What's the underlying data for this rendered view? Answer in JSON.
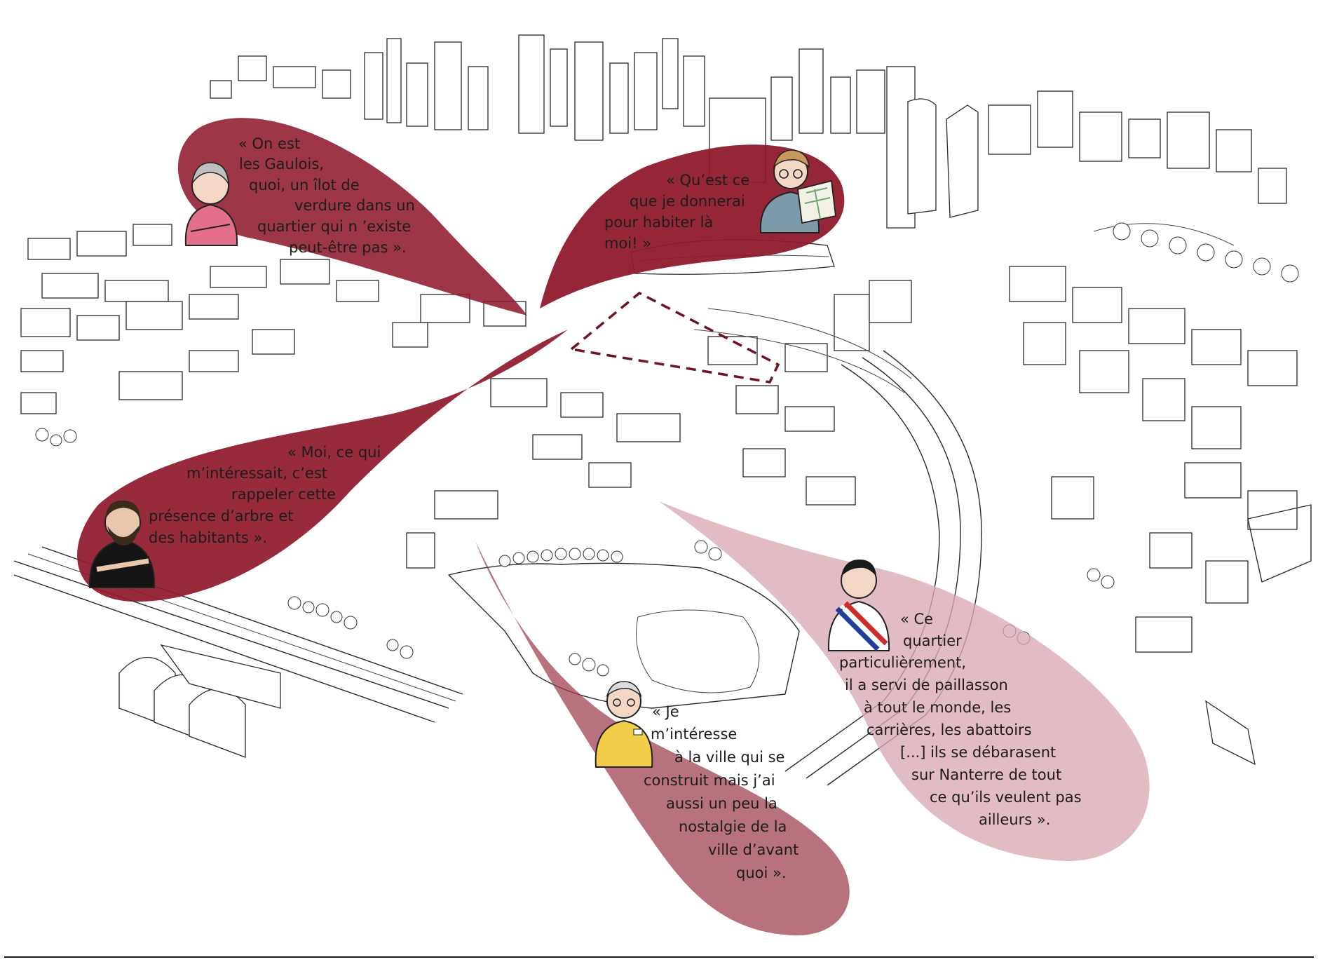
{
  "colors": {
    "bubble_dark": "#8f1a2c",
    "bubble_mid": "#9d3b4c",
    "bubble_light": "#d9a9b1",
    "perimeter_line": "#6e1420",
    "line_art": "#2a2a2a"
  },
  "quotes": {
    "gaulois": {
      "speaker_icon": "elderly-woman-pink-sweater-icon",
      "lines": [
        "« On est",
        "les Gaulois,",
        "quoi, un îlot de",
        "verdure dans un",
        "quartier qui n ’existe",
        "peut-être pas »."
      ]
    },
    "habiter": {
      "speaker_icon": "man-holding-map-icon",
      "lines": [
        "« Qu’est ce",
        "que je donnerai",
        "pour habiter là",
        "moi! »"
      ]
    },
    "arbres": {
      "speaker_icon": "bearded-man-black-tshirt-icon",
      "lines": [
        "« Moi, ce qui",
        "m’intéressait, c’est",
        "rappeler cette",
        "présence d’arbre et",
        "des habitants »."
      ]
    },
    "nostalgie": {
      "speaker_icon": "elderly-man-yellow-shirt-icon",
      "lines": [
        "« Je",
        "m’intéresse",
        "à la ville qui se",
        "construit mais j’ai",
        "aussi un peu la",
        "nostalgie de la",
        "ville d’avant",
        "quoi »."
      ]
    },
    "paillasson": {
      "speaker_icon": "mayor-tricolor-sash-icon",
      "lines": [
        "« Ce",
        "quartier",
        "particulièrement,",
        "il a servi de paillasson",
        "à tout le monde, les",
        "carrières, les abattoirs",
        "[...] ils se débarasent",
        "sur Nanterre de tout",
        "ce qu’ils veulent pas",
        "ailleurs »."
      ]
    }
  }
}
